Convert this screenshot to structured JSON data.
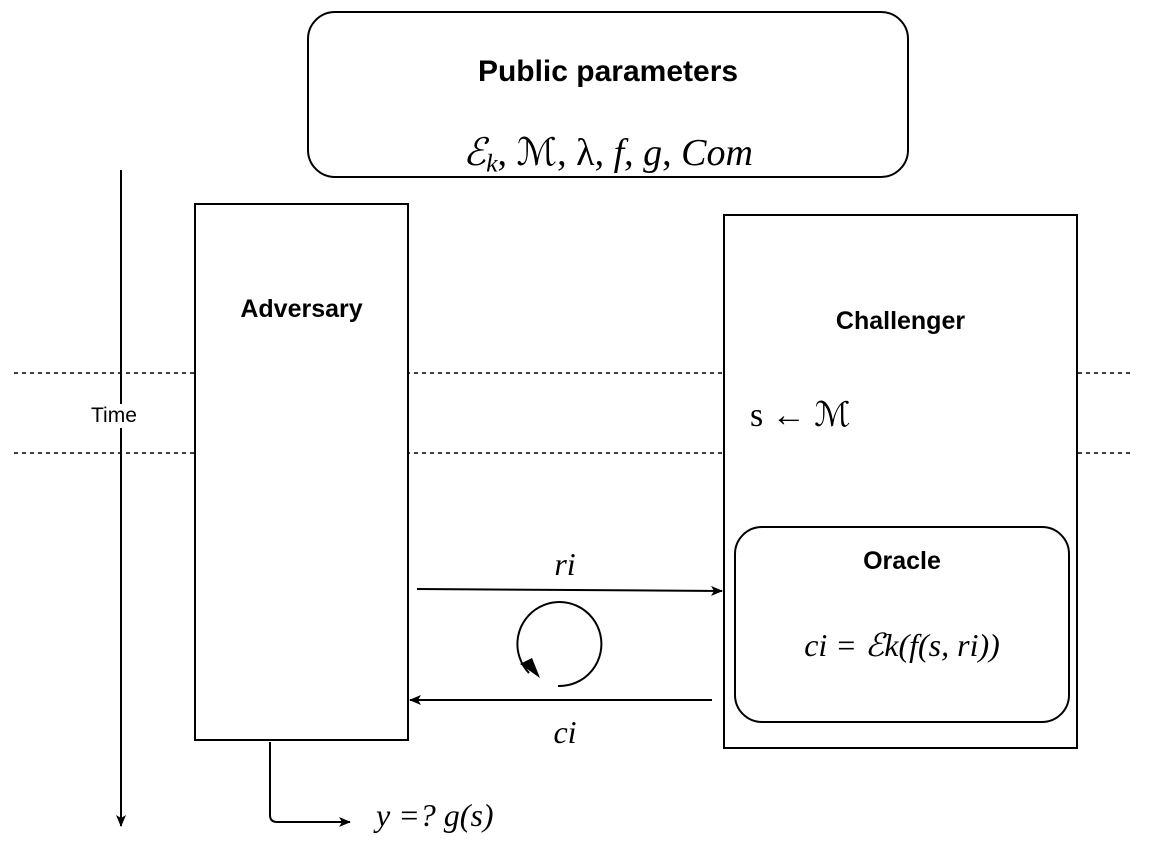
{
  "public_params": {
    "title": "Public parameters",
    "list": "ℰk, ℳ, λ, f, g, Com",
    "list_parts": [
      "ℰ",
      "k",
      ", ℳ, λ, ",
      "f",
      ", ",
      "g",
      ", ",
      "Com"
    ]
  },
  "time_label": "Time",
  "adversary": {
    "label": "Adversary"
  },
  "challenger": {
    "label": "Challenger",
    "sample": "s ← ℳ"
  },
  "oracle": {
    "label": "Oracle",
    "formula": "ci = ℰk(f(s, ri))"
  },
  "messages": {
    "request": "ri",
    "response": "ci"
  },
  "output": {
    "check": "y =? g(s)"
  }
}
